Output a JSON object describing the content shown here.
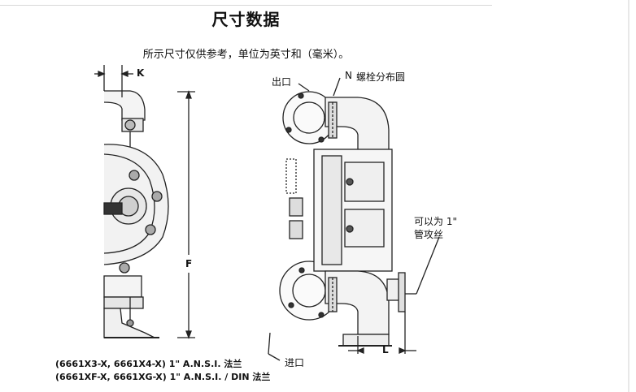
{
  "header": {
    "title": "尺寸数据",
    "subtitle": "所示尺寸仅供参考，单位为英寸和（毫米）。"
  },
  "labels": {
    "dim_k": "K",
    "dim_f": "F",
    "dim_l": "L",
    "dim_n": "N",
    "outlet": "出口",
    "bolt_circle": "螺栓分布圆",
    "inlet": "进口",
    "can_be_line1": "可以为 1\"",
    "can_be_line2": "管攻丝"
  },
  "captions": {
    "line1": "(6661X3-X, 6661X4-X) 1\" A.N.S.I. 法兰",
    "line2": "(6661XF-X, 6661XG-X) 1\" A.N.S.I. / DIN 法兰"
  }
}
